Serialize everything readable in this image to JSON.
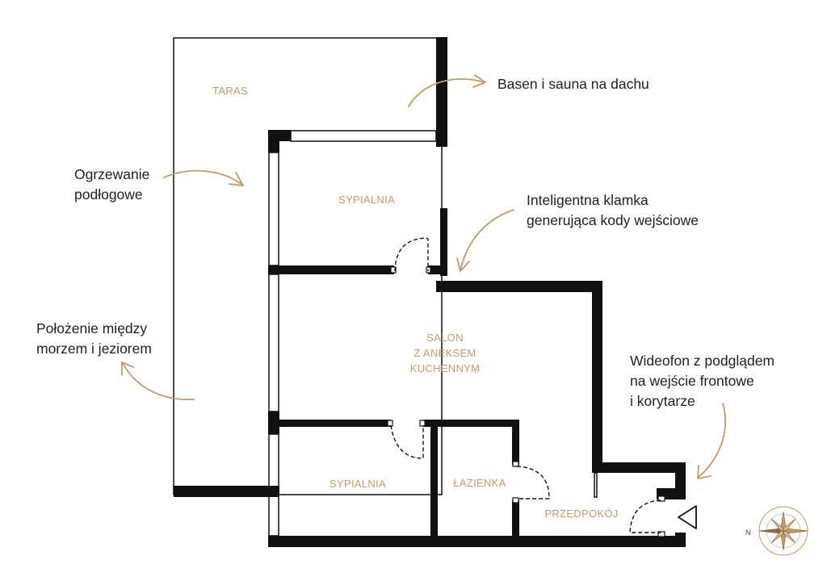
{
  "colors": {
    "wall": "#111111",
    "room_label": "#c49a6c",
    "arrow": "#c49a6c",
    "annotation_text": "#222222",
    "door": "#111111"
  },
  "rooms": {
    "terrace": "TARAS",
    "bedroom_top": "SYPIALNIA",
    "living_line1": "SALON",
    "living_line2": "Z ANEKSEM",
    "living_line3": "KUCHENNYM",
    "bedroom_bottom": "SYPIALNIA",
    "bathroom": "ŁAZIENKA",
    "hallway": "PRZEDPOKÓJ"
  },
  "annotations": {
    "pool": "Basen i sauna na dachu",
    "heating_line1": "Ogrzewanie",
    "heating_line2": "podłogowe",
    "smart_lock_line1": "Inteligentna klamka",
    "smart_lock_line2": "generująca kody wejściowe",
    "location_line1": "Położenie między",
    "location_line2": "morzem i jeziorem",
    "intercom_line1": "Wideofon z podglądem",
    "intercom_line2": "na wejście frontowe",
    "intercom_line3": "i korytarze"
  },
  "icons": {
    "compass": "compass-rose-icon",
    "entrance": "entrance-arrow-icon"
  }
}
